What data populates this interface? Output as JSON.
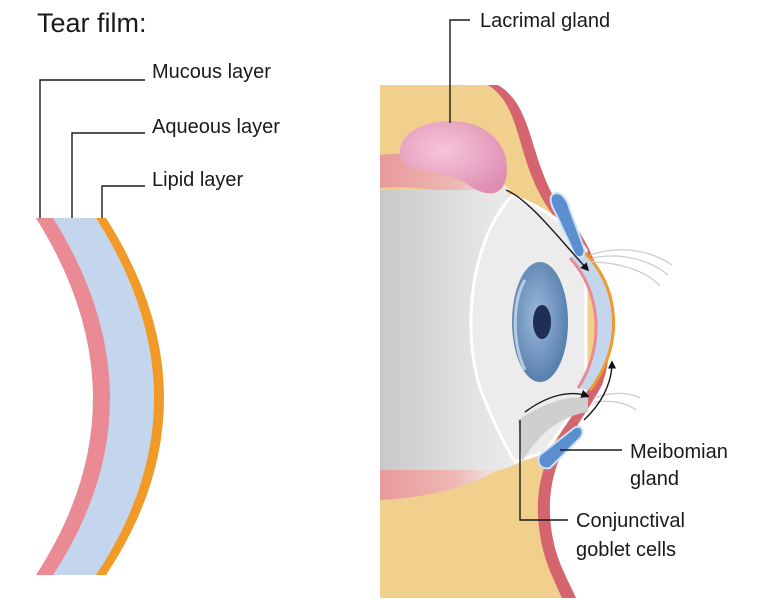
{
  "title": "Tear film:",
  "labels": {
    "mucous": "Mucous layer",
    "aqueous": "Aqueous layer",
    "lipid": "Lipid layer",
    "lacrimal": "Lacrimal gland",
    "meibomian_1": "Meibomian",
    "meibomian_2": "gland",
    "goblet_1": "Conjunctival",
    "goblet_2": "goblet cells"
  },
  "colors": {
    "mucous": "#e98a95",
    "aqueous": "#c4d5ee",
    "lipid": "#f19a27",
    "tissue": "#f1cf8c",
    "skin": "#d4656f",
    "gland": "#e9a5c1",
    "sclera": "#e6e6e6",
    "iris": "#6e94bf",
    "pupil": "#1e2e55"
  }
}
